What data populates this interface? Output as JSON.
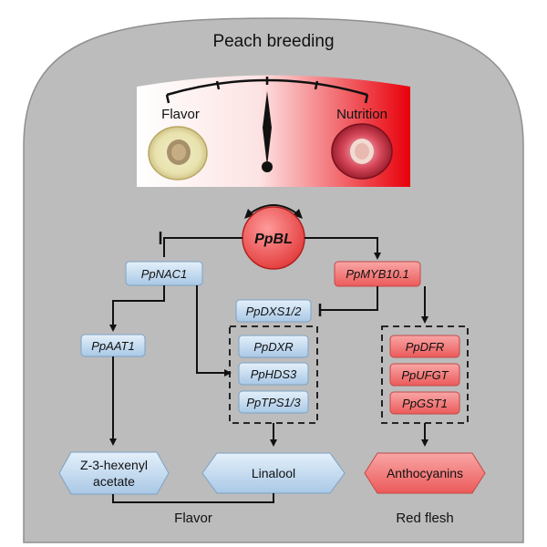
{
  "title": "Peach breeding",
  "gauge": {
    "left_label": "Flavor",
    "right_label": "Nutrition"
  },
  "center_gene": "PpBL",
  "genes": {
    "nac1": "PpNAC1",
    "myb": "PpMYB10.1",
    "dxs": "PpDXS1/2",
    "aat1": "PpAAT1",
    "dxr": "PpDXR",
    "hds3": "PpHDS3",
    "tps": "PpTPS1/3",
    "dfr": "PpDFR",
    "ufgt": "PpUFGT",
    "gst1": "PpGST1"
  },
  "products": {
    "hexenyl_line1": "Z-3-hexenyl",
    "hexenyl_line2": "acetate",
    "linalool": "Linalool",
    "anthocyanins": "Anthocyanins"
  },
  "traits": {
    "flavor": "Flavor",
    "red_flesh": "Red flesh"
  },
  "colors": {
    "panel": "#bcbcbc",
    "blue_box": "#c8def0",
    "red_box": "#f47b7b",
    "center_red": "#f05555",
    "gauge_red": "#e8000a"
  }
}
